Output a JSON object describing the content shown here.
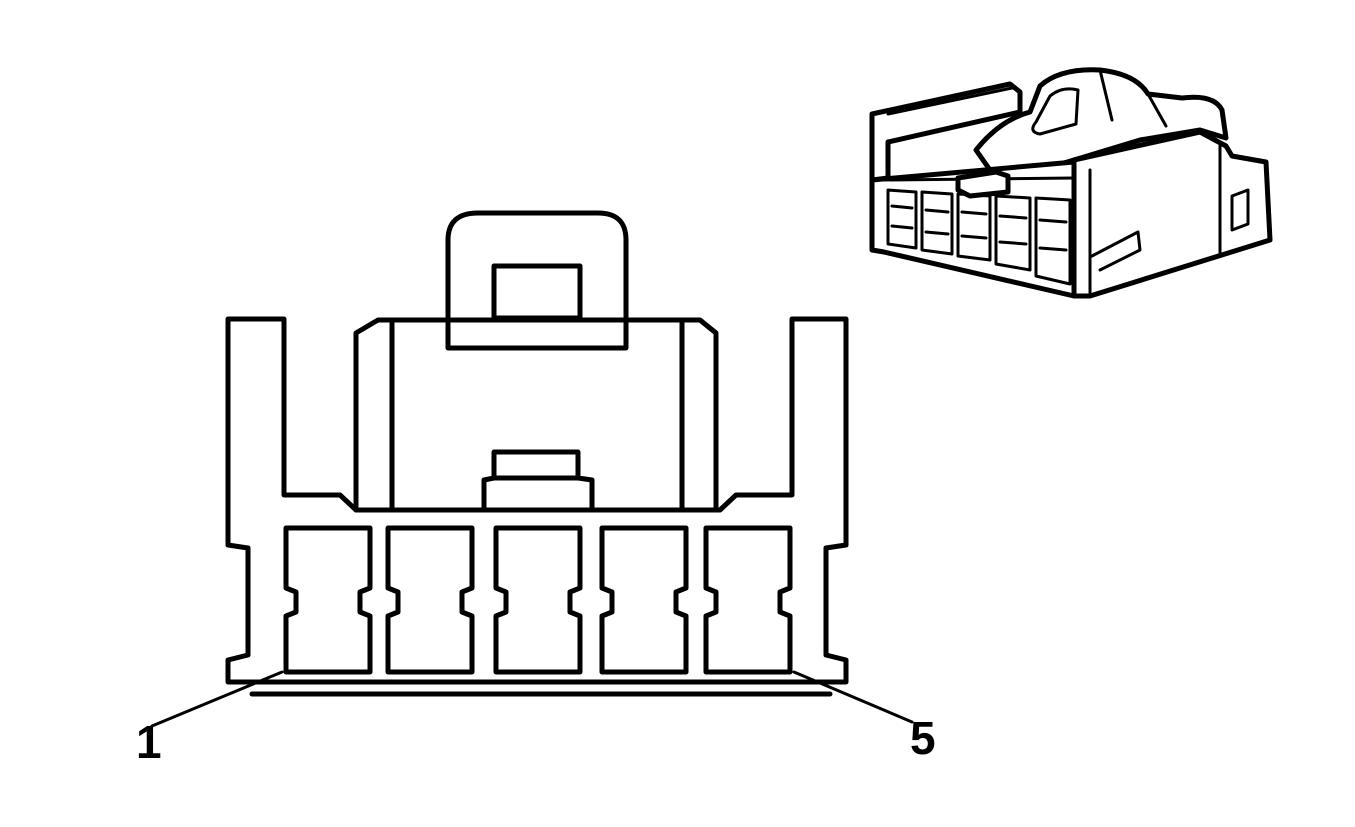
{
  "diagram": {
    "front_view": {
      "cavity_count": 5,
      "pin_labels": {
        "first": "1",
        "last": "5"
      }
    },
    "iso_view": {
      "cavity_count": 5
    }
  }
}
